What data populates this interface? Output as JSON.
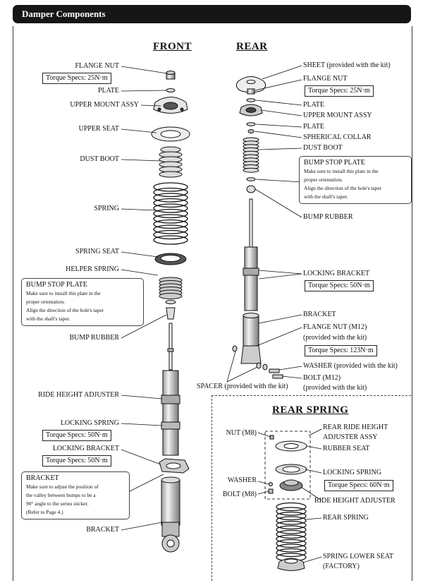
{
  "header": {
    "title": "Damper Components"
  },
  "headings": {
    "front": "FRONT",
    "rear": "REAR",
    "rear_spring": "REAR SPRING"
  },
  "front": {
    "flange_nut": "FLANGE NUT",
    "flange_nut_torque": "Torque Specs: 25N·m",
    "plate": "PLATE",
    "upper_mount": "UPPER MOUNT ASSY",
    "upper_seat": "UPPER SEAT",
    "dust_boot": "DUST BOOT",
    "spring": "SPRING",
    "spring_seat": "SPRING SEAT",
    "helper_spring": "HELPER SPRING",
    "bump_stop_note": {
      "title": "BUMP STOP PLATE",
      "lines": [
        "Make sure to install this plate in the",
        "proper orientation.",
        "Align the direction of the hole's taper",
        "with the shaft's taper."
      ]
    },
    "bump_rubber": "BUMP RUBBER",
    "ride_height_adjuster": "RIDE HEIGHT ADJUSTER",
    "locking_spring": "LOCKING SPRING",
    "locking_spring_torque": "Torque Specs: 50N·m",
    "locking_bracket": "LOCKING BRACKET",
    "locking_bracket_torque": "Torque Specs: 50N·m",
    "bracket_note": {
      "title": "BRACKET",
      "lines": [
        "Make sure to adjust the position of",
        "the valley between bumps to be a",
        "90°  angle to the series sticker.",
        "(Refer to Page 4.)"
      ]
    },
    "bracket": "BRACKET"
  },
  "rear": {
    "sheet": "SHEET (provided with the kit)",
    "flange_nut": "FLANGE NUT",
    "flange_nut_torque": "Torque Specs: 25N·m",
    "plate": "PLATE",
    "upper_mount": "UPPER MOUNT ASSY",
    "plate2": "PLATE",
    "spherical_collar": "SPHERICAL COLLAR",
    "dust_boot": "DUST BOOT",
    "bump_stop_note": {
      "title": "BUMP STOP PLATE",
      "lines": [
        "Make sure to install this plate in the",
        "proper orientation.",
        "Align the direction of the hole's taper",
        "with the shaft's taper."
      ]
    },
    "bump_rubber": "BUMP RUBBER",
    "locking_bracket": "LOCKING BRACKET",
    "locking_bracket_torque": "Torque Specs: 50N·m",
    "bracket": "BRACKET",
    "flange_nut_m12": "FLANGE NUT (M12)",
    "flange_nut_m12_sub": "(provided with the kit)",
    "flange_nut_m12_torque": "Torque Specs: 123N·m",
    "washer": "WASHER (provided with the kit)",
    "bolt_m12": "BOLT (M12)",
    "bolt_m12_sub": "(provided with the kit)",
    "spacer": "SPACER (provided with the kit)"
  },
  "rear_spring": {
    "nut_m8": "NUT (M8)",
    "rear_ride_height": "REAR RIDE HEIGHT",
    "rear_ride_height_2": "ADJUSTER ASSY",
    "rubber_seat": "RUBBER SEAT",
    "locking_spring": "LOCKING SPRING",
    "locking_spring_torque": "Torque Specs: 60N·m",
    "washer": "WASHER",
    "bolt_m8": "BOLT (M8)",
    "ride_height_adjuster": "RIDE HEIGHT ADJUSTER",
    "rear_spring": "REAR SPRING",
    "spring_lower_seat": "SPRING LOWER SEAT",
    "spring_lower_seat_2": "(FACTORY)"
  },
  "colors": {
    "ink": "#111111",
    "header_bg": "#161616",
    "part_fill": "#d9d9d9",
    "part_dark": "#8a8a8a"
  }
}
